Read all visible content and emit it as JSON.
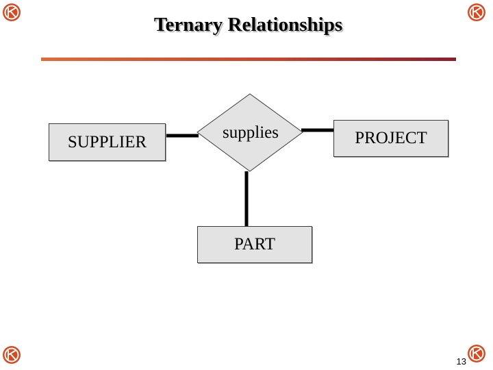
{
  "slide": {
    "title": "Ternary Relationships",
    "page_number": "13",
    "accent_color": "#c9452e"
  },
  "diagram": {
    "relationship": {
      "label": "supplies",
      "shape": "diamond"
    },
    "entities": [
      {
        "label": "SUPPLIER"
      },
      {
        "label": "PROJECT"
      },
      {
        "label": "PART"
      }
    ],
    "connections": [
      {
        "from": "supplies",
        "to": "SUPPLIER"
      },
      {
        "from": "supplies",
        "to": "PROJECT"
      },
      {
        "from": "supplies",
        "to": "PART"
      }
    ]
  },
  "decorations": {
    "corner_icon": "corner-logo-icon"
  }
}
